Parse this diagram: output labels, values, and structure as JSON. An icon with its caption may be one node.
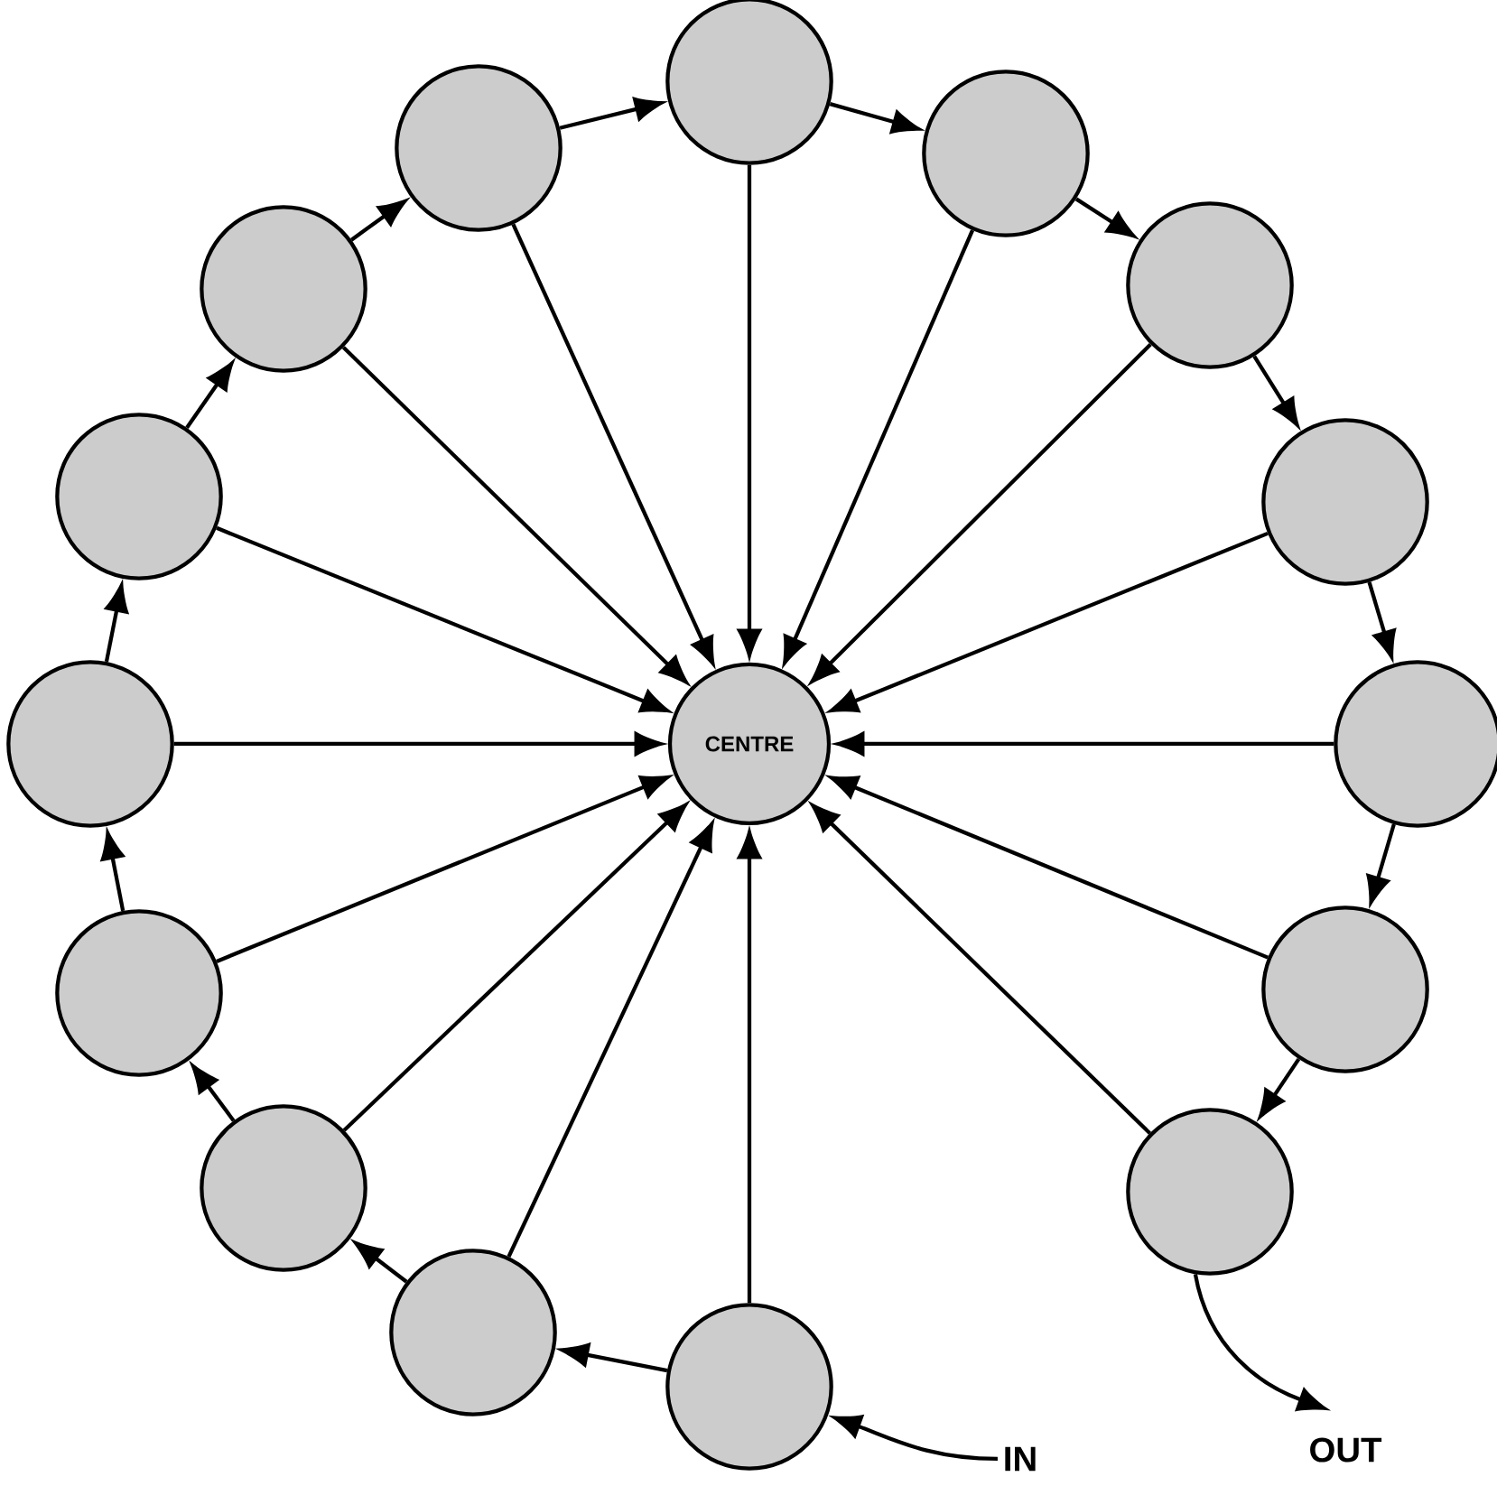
{
  "diagram": {
    "nodes": [
      {
        "text": [
          "CENTRE"
        ]
      },
      {
        "text": [],
        "shape": "circle"
      },
      {
        "text": [],
        "shape": "circle"
      },
      {
        "text": [],
        "shape": "circle"
      },
      {
        "text": [],
        "shape": "circle"
      },
      {
        "text": [],
        "shape": "circle"
      },
      {
        "text": [],
        "shape": "circle"
      },
      {
        "text": [],
        "shape": "circle"
      },
      {
        "text": [],
        "shape": "circle"
      },
      {
        "text": [],
        "shape": "circle"
      },
      {
        "text": [],
        "shape": "circle"
      },
      {
        "text": [],
        "shape": "circle"
      },
      {
        "text": [],
        "shape": "circle"
      },
      {
        "text": [],
        "shape": "circle"
      },
      {
        "text": [],
        "shape": "circle"
      },
      {
        "text": [],
        "shape": "circle"
      },
      {
        "text": [
          "IN"
        ]
      },
      {
        "text": [
          "OUT"
        ]
      }
    ],
    "edges": [
      {
        "from": 16,
        "to": 1,
        "arrow": "to"
      },
      {
        "from": 1,
        "to": 2,
        "arrow": "to"
      },
      {
        "from": 2,
        "to": 3,
        "arrow": "to"
      },
      {
        "from": 3,
        "to": 4,
        "arrow": "to"
      },
      {
        "from": 4,
        "to": 5,
        "arrow": "to"
      },
      {
        "from": 5,
        "to": 6,
        "arrow": "to"
      },
      {
        "from": 6,
        "to": 7,
        "arrow": "to"
      },
      {
        "from": 7,
        "to": 8,
        "arrow": "to"
      },
      {
        "from": 8,
        "to": 9,
        "arrow": "to"
      },
      {
        "from": 9,
        "to": 10,
        "arrow": "to"
      },
      {
        "from": 10,
        "to": 11,
        "arrow": "to"
      },
      {
        "from": 11,
        "to": 12,
        "arrow": "to"
      },
      {
        "from": 12,
        "to": 13,
        "arrow": "to"
      },
      {
        "from": 13,
        "to": 14,
        "arrow": "to"
      },
      {
        "from": 14,
        "to": 15,
        "arrow": "to"
      },
      {
        "from": 15,
        "to": 17,
        "arrow": "to"
      },
      {
        "from": 1,
        "to": 0,
        "arrow": "to"
      },
      {
        "from": 2,
        "to": 0,
        "arrow": "to"
      },
      {
        "from": 3,
        "to": 0,
        "arrow": "to"
      },
      {
        "from": 4,
        "to": 0,
        "arrow": "to"
      },
      {
        "from": 5,
        "to": 0,
        "arrow": "to"
      },
      {
        "from": 6,
        "to": 0,
        "arrow": "to"
      },
      {
        "from": 7,
        "to": 0,
        "arrow": "to"
      },
      {
        "from": 8,
        "to": 0,
        "arrow": "to"
      },
      {
        "from": 9,
        "to": 0,
        "arrow": "to"
      },
      {
        "from": 10,
        "to": 0,
        "arrow": "to"
      },
      {
        "from": 11,
        "to": 0,
        "arrow": "to"
      },
      {
        "from": 12,
        "to": 0,
        "arrow": "to"
      },
      {
        "from": 13,
        "to": 0,
        "arrow": "to"
      },
      {
        "from": 14,
        "to": 0,
        "arrow": "to"
      },
      {
        "from": 15,
        "to": 0,
        "arrow": "to"
      }
    ]
  }
}
